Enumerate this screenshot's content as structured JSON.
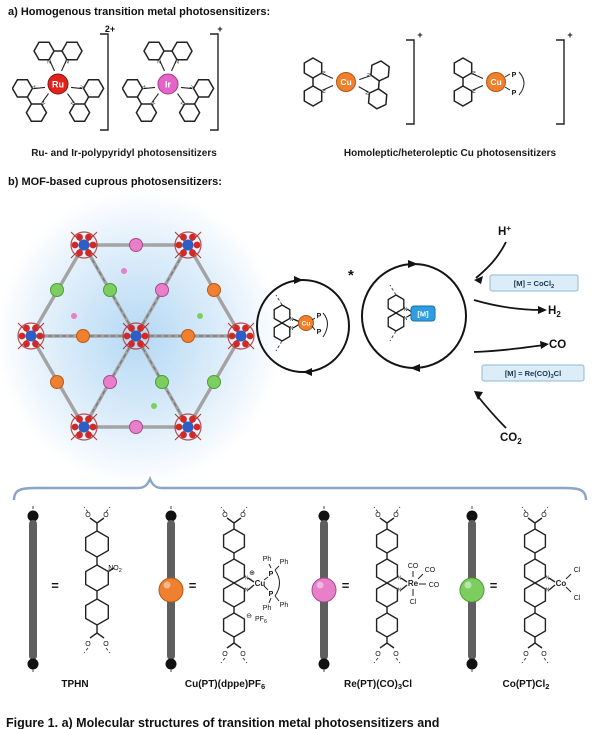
{
  "colors": {
    "ru": "#e0241b",
    "ir": "#e564c8",
    "cu": "#f07f2e",
    "m_blue": "#2d9ee2",
    "sphere_orange": "#ee8030",
    "sphere_pink": "#e77fc9",
    "sphere_green": "#7ccf5f"
  },
  "atoms": {
    "n": "N",
    "o": "O",
    "p": "P",
    "cl": "Cl",
    "co": "CO",
    "ph": "Ph",
    "no2_base": "NO",
    "no2_sub": "2",
    "pf6_base": "PF",
    "pf6_sub": "6",
    "plus_charge": "⊕",
    "minus_charge": "⊖"
  },
  "section_a": {
    "heading": "a) Homogenous transition metal photosensitizers:",
    "complexes": [
      {
        "metal": "Ru",
        "charge": "2+"
      },
      {
        "metal": "Ir",
        "charge": "+"
      },
      {
        "metal": "Cu",
        "charge": "+"
      },
      {
        "metal": "Cu",
        "charge": "+"
      }
    ],
    "label_ru_ir": "Ru- and Ir-polypyridyl photosensitizers",
    "label_cu": "Homoleptic/heteroleptic Cu photosensitizers"
  },
  "section_b": {
    "heading": "b) MOF-based cuprous photosensitizers:",
    "left_cycle": {
      "metal": "Cu",
      "excited_mark": "*"
    },
    "right_cycle": {
      "metal": "[M]"
    },
    "hydrogen_path": {
      "reactant_base": "H",
      "reactant_sup": "+",
      "product_base": "H",
      "product_sub": "2",
      "condition_base": "[M] = CoCl",
      "condition_sub": "2"
    },
    "co2_path": {
      "reactant_base": "CO",
      "reactant_sub": "2",
      "product": "CO",
      "condition_base": "[M] = Re(CO)",
      "condition_sub": "3",
      "condition_end": "Cl"
    }
  },
  "linkers": {
    "equals": "=",
    "panels": [
      {
        "name": "TPHN"
      },
      {
        "metal": "Cu",
        "name_base": "Cu(PT)(dppe)PF",
        "name_sub": "6",
        "name_end": ""
      },
      {
        "metal": "Re",
        "name_base": "Re(PT)(CO)",
        "name_sub": "3",
        "name_end": "Cl"
      },
      {
        "metal": "Co",
        "name_base": "Co(PT)Cl",
        "name_sub": "2",
        "name_end": ""
      }
    ]
  },
  "caption": "Figure 1. a) Molecular structures of transition metal photosensitizers and"
}
